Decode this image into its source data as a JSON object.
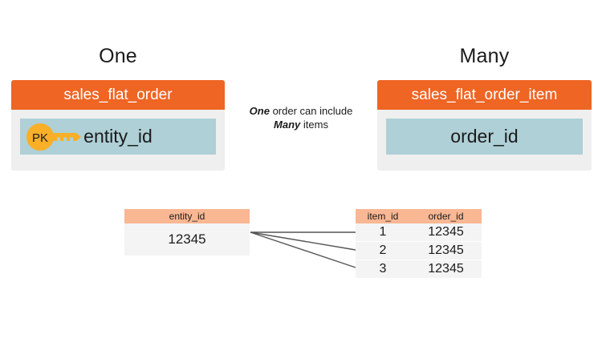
{
  "diagram": {
    "title_left": "One",
    "title_right": "Many",
    "relation_note": {
      "word_one": "One",
      "text_mid": " order can include ",
      "word_many": "Many",
      "text_end": " items"
    },
    "entities": {
      "parent": {
        "name": "sales_flat_order",
        "key_badge": "PK",
        "field": "entity_id"
      },
      "child": {
        "name": "sales_flat_order_item",
        "field": "order_id"
      }
    },
    "tables": {
      "parent": {
        "columns": [
          "entity_id"
        ],
        "rows": [
          [
            "12345"
          ]
        ]
      },
      "child": {
        "columns": [
          "item_id",
          "order_id"
        ],
        "rows": [
          [
            "1",
            "12345"
          ],
          [
            "2",
            "12345"
          ],
          [
            "3",
            "12345"
          ]
        ]
      }
    },
    "colors": {
      "header_orange": "#ef6524",
      "field_teal": "#aed0d6",
      "card_gray": "#efefef",
      "table_header_peach": "#f9b793",
      "table_row_gray": "#f4f4f4",
      "key_amber": "#f9af28",
      "connector_line": "#555555"
    }
  }
}
